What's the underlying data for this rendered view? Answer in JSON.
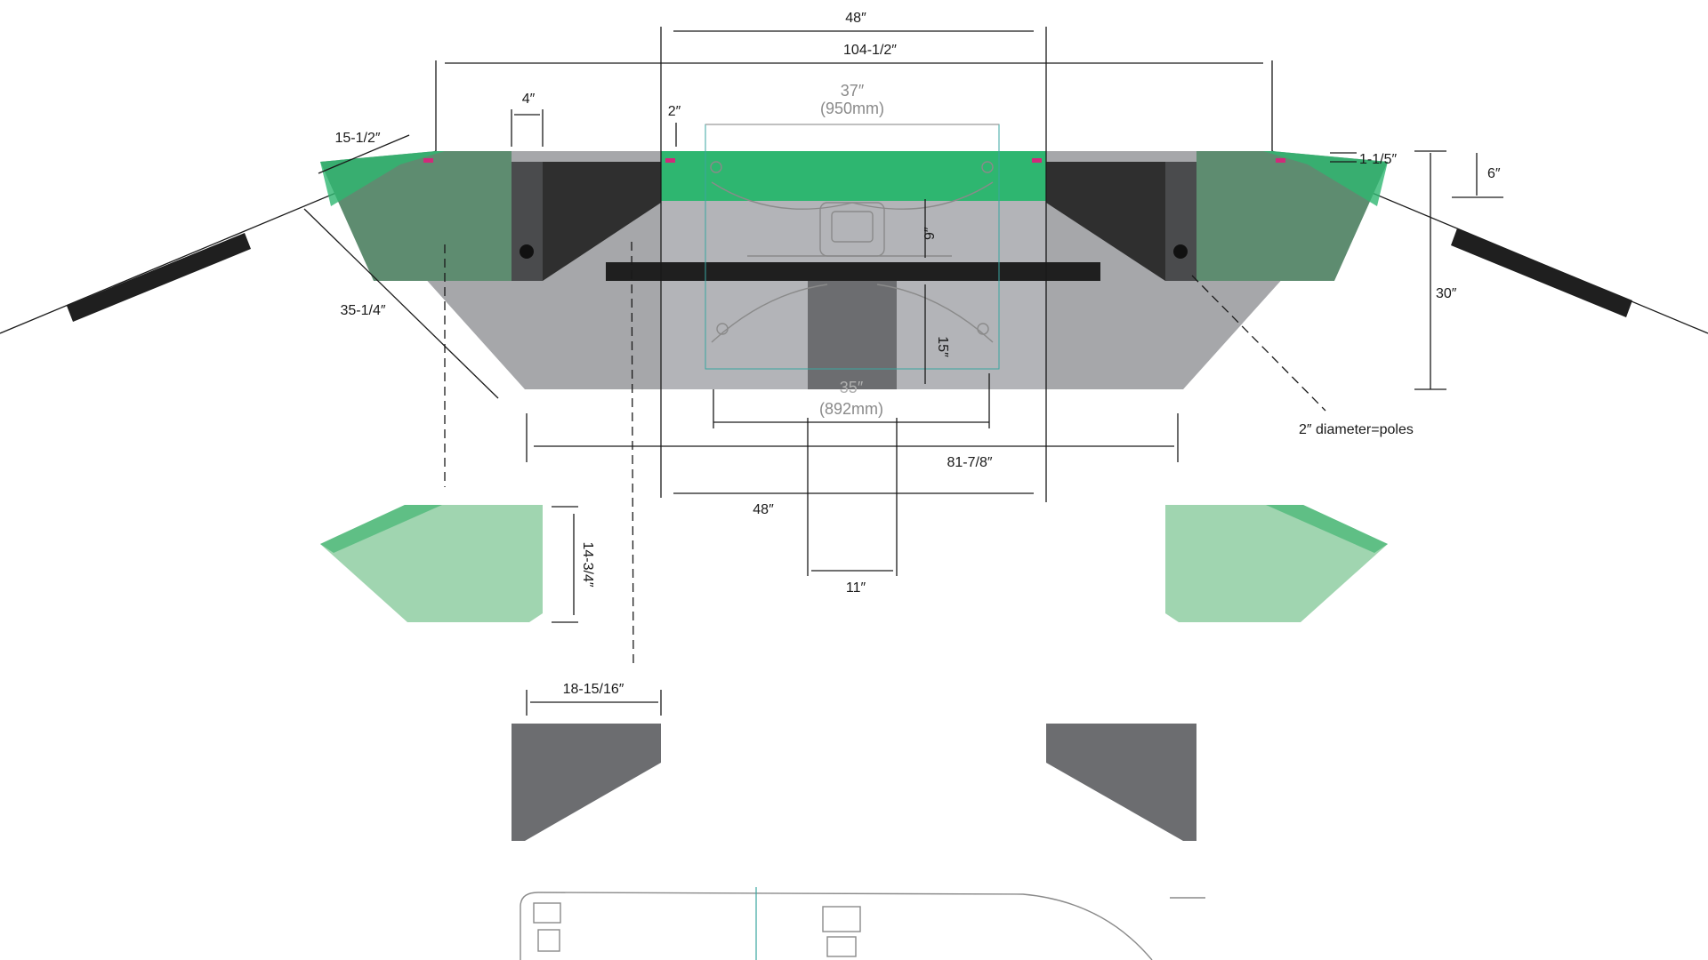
{
  "dimensions": {
    "top_48": "48″",
    "overall_width": "104-1/2″",
    "side_4": "4″",
    "gap_2": "2″",
    "monitor_37": "37″",
    "monitor_37_mm": "(950mm)",
    "wing_15_1_2": "15-1/2″",
    "thickness_1_1_5": "1-1/5″",
    "rise_6": "6″",
    "depth_9": "9″",
    "height_30": "30″",
    "wing_35_1_4": "35-1/4″",
    "depth_15": "15″",
    "monitor_35": "35″",
    "monitor_35_mm": "(892mm)",
    "front_81_7_8": "81-7/8″",
    "bottom_48": "48″",
    "base_11": "11″",
    "panel_14_3_4": "14-3/4″",
    "panel_18_15_16": "18-15/16″"
  },
  "annotations": {
    "poles_note": "2″ diameter=poles"
  },
  "colors": {
    "desk_gray": "#a6a7aa",
    "center_gray": "#b5b6b9",
    "dark_block": "#2f2f2f",
    "dark_gray": "#6c6d70",
    "green": "#2eb670",
    "green_dark": "#5e8c70",
    "green_light": "#a0d5b0",
    "magenta": "#d02a7a"
  }
}
